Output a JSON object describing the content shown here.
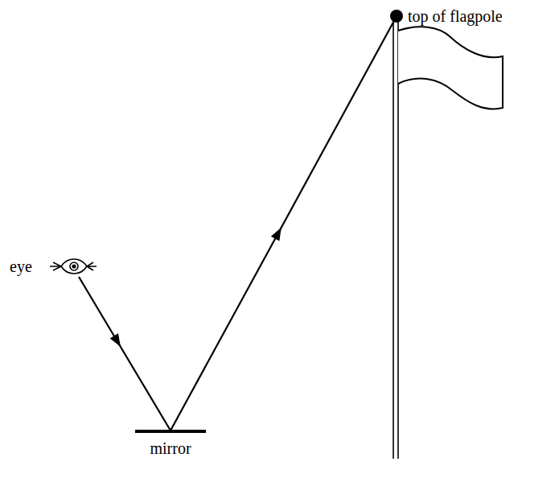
{
  "diagram": {
    "labels": [
      "eye",
      "mirror",
      "top of flagpole"
    ]
  }
}
